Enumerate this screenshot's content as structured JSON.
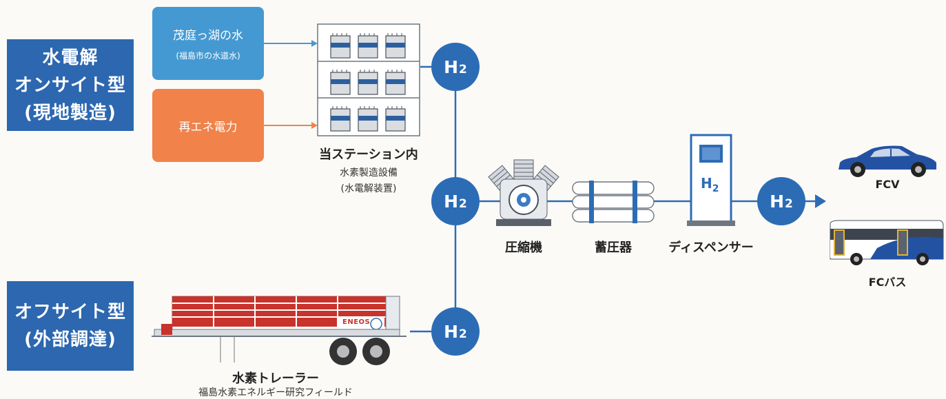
{
  "onsite_label": {
    "line1": "水電解",
    "line2": "オンサイト型",
    "line3": "(現地製造)"
  },
  "offsite_label": {
    "line1": "オフサイト型",
    "line2": "(外部調達)"
  },
  "water_box": {
    "title": "茂庭っ湖の水",
    "sub": "(福島市の水道水)",
    "color": "#4499d2"
  },
  "power_box": {
    "title": "再エネ電力",
    "color": "#f0824a"
  },
  "station": {
    "title": "当ステーション内",
    "sub1": "水素製造設備",
    "sub2": "(水電解装置)"
  },
  "h2": {
    "main": "H",
    "sub": "2"
  },
  "compressor": {
    "label": "圧縮機"
  },
  "accumulator": {
    "label": "蓄圧器"
  },
  "dispenser": {
    "label": "ディスペンサー"
  },
  "fcv": {
    "label": "FCV"
  },
  "fcbus": {
    "label": "FCバス"
  },
  "trailer": {
    "brand": "ENEOS",
    "title": "水素トレーラー",
    "sub": "福島水素エネルギー研究フィールド"
  },
  "colors": {
    "primary": "#2c6cb5",
    "label_bg": "#2c67b0",
    "line": "#2c6cb5",
    "water_arrow": "#4499d2",
    "power_arrow": "#f0824a"
  }
}
